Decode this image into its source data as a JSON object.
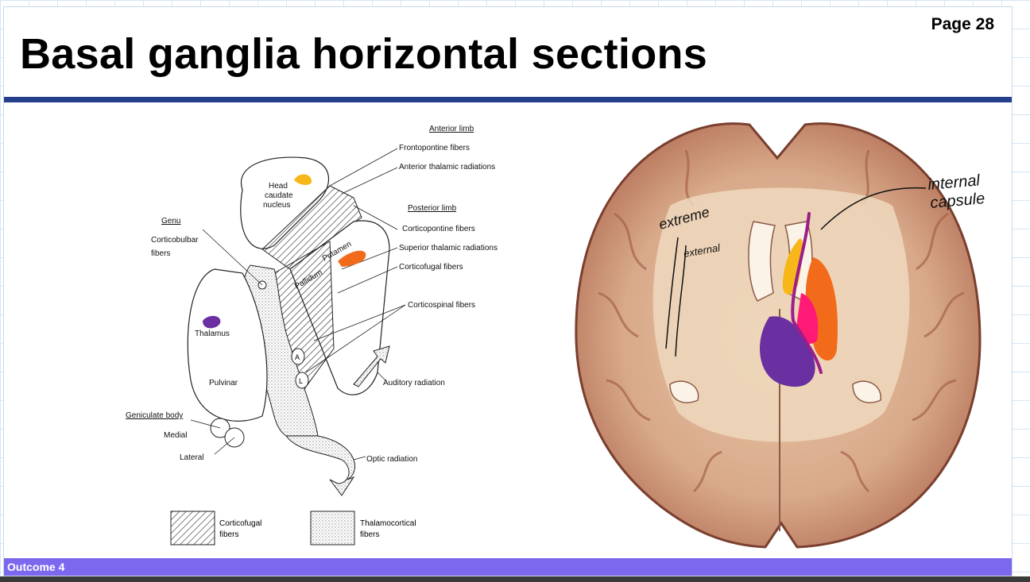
{
  "slide": {
    "title": "Basal ganglia horizontal sections",
    "page": "Page 28",
    "footer": "Outcome 4"
  },
  "diagram": {
    "labels": {
      "anterior_limb": "Anterior limb",
      "frontopontine": "Frontopontine fibers",
      "ant_thalamic": "Anterior thalamic radiations",
      "head": "Head",
      "caudate": "caudate",
      "nucleus": "nucleus",
      "posterior_limb": "Posterior limb",
      "genu": "Genu",
      "corticobulbar": "Corticobulbar",
      "fibers": "fibers",
      "corticopontine": "Corticopontine fibers",
      "sup_thalamic": "Superior thalamic radiations",
      "corticofugal": "Corticofugal fibers",
      "corticospinal": "Corticospinal fibers",
      "putamen": "Putamen",
      "pallidum": "Pallidum",
      "thalamus": "Thalamus",
      "pulvinar": "Pulvinar",
      "auditory": "Auditory radiation",
      "geniculate": "Geniculate body",
      "medial": "Medial",
      "lateral": "Lateral",
      "optic": "Optic radiation",
      "a_letter": "A",
      "l_letter": "L",
      "legend_corticofugal": "Corticofugal",
      "legend_thalamocortical": "Thalamocortical",
      "legend_fibers": "fibers"
    }
  },
  "photo": {
    "annotations": {
      "extreme": "extreme",
      "external": "external",
      "internal": "internal",
      "capsule": "capsule"
    }
  },
  "colors": {
    "rule": "#243f8c",
    "footer": "#7b68ee",
    "highlight_yellow": "#f7b718",
    "highlight_orange": "#f26b1b",
    "highlight_purple": "#6a2fa0",
    "highlight_pink": "#ff1a75",
    "internal_capsule_line": "#9b1e8a"
  }
}
